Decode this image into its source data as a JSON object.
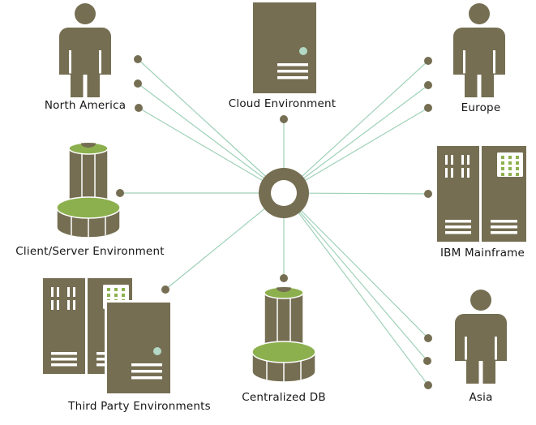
{
  "diagram": {
    "type": "hub-and-spoke network topology",
    "hub": {
      "name": "central hub ring",
      "icon": "ring-hub-icon"
    },
    "nodes": {
      "north_america": {
        "label": "North America",
        "icon": "person-icon",
        "position": "top-left"
      },
      "cloud_environment": {
        "label": "Cloud Environment",
        "icon": "server-tower-icon",
        "position": "top-center"
      },
      "europe": {
        "label": "Europe",
        "icon": "person-icon",
        "position": "top-right"
      },
      "client_server": {
        "label": "Client/Server Environment",
        "icon": "db-tower-icon",
        "position": "middle-left"
      },
      "ibm_mainframe": {
        "label": "IBM Mainframe",
        "icon": "mainframe-icon",
        "position": "middle-right"
      },
      "third_party": {
        "label": "Third Party Environments",
        "icon": "mainframe-and-server-icon",
        "position": "bottom-left"
      },
      "centralized_db": {
        "label": "Centralized DB",
        "icon": "db-tower-icon",
        "position": "bottom-center"
      },
      "asia": {
        "label": "Asia",
        "icon": "person-icon",
        "position": "bottom-right"
      }
    },
    "edges": [
      {
        "from": "hub",
        "to": "north_america",
        "connection_dots": 3
      },
      {
        "from": "hub",
        "to": "cloud_environment",
        "connection_dots": 1
      },
      {
        "from": "hub",
        "to": "europe",
        "connection_dots": 3
      },
      {
        "from": "hub",
        "to": "client_server",
        "connection_dots": 1
      },
      {
        "from": "hub",
        "to": "ibm_mainframe",
        "connection_dots": 1
      },
      {
        "from": "hub",
        "to": "third_party",
        "connection_dots": 1
      },
      {
        "from": "hub",
        "to": "centralized_db",
        "connection_dots": 1
      },
      {
        "from": "hub",
        "to": "asia",
        "connection_dots": 3
      }
    ],
    "colors": {
      "icon_olive": "#756e52",
      "accent_green": "#8db04e",
      "indicator_teal": "#b3d8c5",
      "connector_line": "#9fd1b8",
      "label_text": "#151515",
      "background": "#ffffff"
    }
  }
}
